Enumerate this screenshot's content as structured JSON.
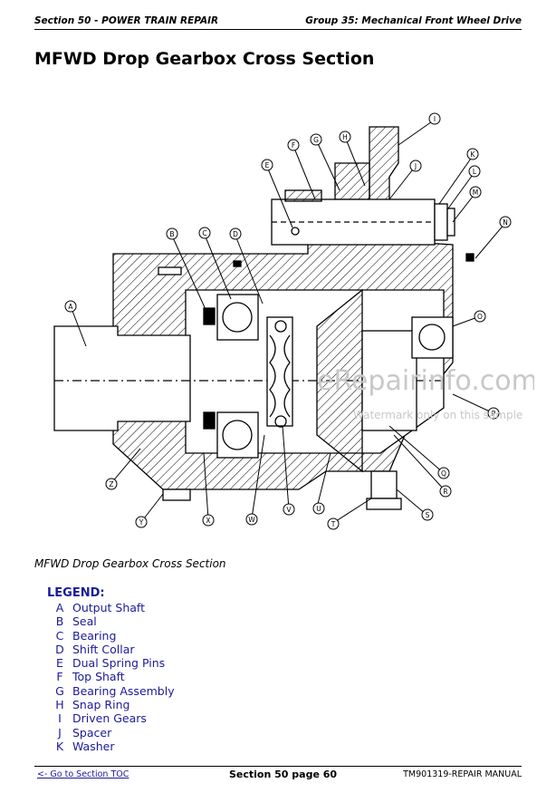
{
  "header": {
    "left": "Section 50 - POWER TRAIN REPAIR",
    "right": "Group 35: Mechanical Front Wheel Drive"
  },
  "title": "MFWD Drop Gearbox Cross Section",
  "diagram": {
    "callouts": [
      "A",
      "B",
      "C",
      "D",
      "E",
      "F",
      "G",
      "H",
      "I",
      "J",
      "K",
      "L",
      "M",
      "N",
      "O",
      "P",
      "Q",
      "R",
      "S",
      "T",
      "U",
      "V",
      "W",
      "X",
      "Y",
      "Z"
    ],
    "watermark": "eRepairinfo.com",
    "watermark_sub": "Watermark only on this sample"
  },
  "caption": "MFWD Drop Gearbox Cross Section",
  "legend": {
    "title": "LEGEND:",
    "items": [
      {
        "key": "A",
        "label": "Output Shaft"
      },
      {
        "key": "B",
        "label": "Seal"
      },
      {
        "key": "C",
        "label": "Bearing"
      },
      {
        "key": "D",
        "label": "Shift Collar"
      },
      {
        "key": "E",
        "label": "Dual Spring Pins"
      },
      {
        "key": "F",
        "label": "Top Shaft"
      },
      {
        "key": "G",
        "label": "Bearing Assembly"
      },
      {
        "key": "H",
        "label": "Snap Ring"
      },
      {
        "key": "I",
        "label": "Driven Gears"
      },
      {
        "key": "J",
        "label": "Spacer"
      },
      {
        "key": "K",
        "label": "Washer"
      }
    ]
  },
  "footer": {
    "toc_link": "<- Go to Section TOC",
    "page": "Section 50 page 60",
    "manual": "TM901319-REPAIR MANUAL"
  }
}
